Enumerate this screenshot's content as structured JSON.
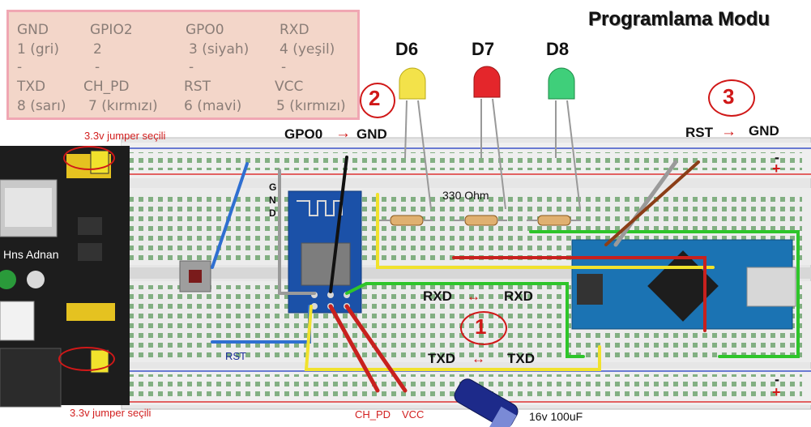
{
  "title": "Programlama Modu",
  "pin_table": {
    "rows": [
      [
        "GND",
        "GPIO2",
        "GPO0",
        "RXD"
      ],
      [
        "1 (gri)",
        "2",
        "3  (siyah)",
        "4 (yeşil)"
      ],
      [
        "-",
        "-",
        "-",
        "-"
      ],
      [
        "TXD",
        "CH_PD",
        "RST",
        "VCC"
      ],
      [
        "8 (sarı)",
        "7 (kırmızı)",
        "6 (mavi)",
        "5 (kırmızı)"
      ]
    ]
  },
  "led_labels": [
    "D6",
    "D7",
    "D8"
  ],
  "resistor_label": "330 Ohm",
  "callouts": {
    "one": "1",
    "two": "2",
    "three": "3",
    "gpo0": "GPO0",
    "gnd_a": "GND",
    "rst": "RST",
    "gnd_b": "GND",
    "arrow": "→",
    "rxd_left": "RXD",
    "rxd_right": "RXD",
    "txd_left": "TXD",
    "txd_right": "TXD",
    "swap_arrow": "↔"
  },
  "jumper_top": "3.3v  jumper seçili",
  "jumper_bottom": "3.3v  jumper seçili",
  "module_label": "Hns Adnan",
  "rst_button_label": "RST",
  "gnd_vertical": [
    "G",
    "N",
    "D"
  ],
  "bottom_labels": {
    "ch_pd": "CH_PD",
    "vcc": "VCC"
  },
  "capacitor_label": "16v 100uF",
  "rail_signs": {
    "minus": "-",
    "plus": "+"
  },
  "colors": {
    "table_bg": "#f3d6c9",
    "table_border": "#f0a7b3",
    "led_yellow": "#f3e24a",
    "led_red": "#e4262b",
    "led_green": "#3fcf7a",
    "wire_red": "#c8211e",
    "wire_yellow": "#f1e22c",
    "wire_blue": "#2f6fd1",
    "wire_green": "#2ec52a",
    "wire_black": "#111111",
    "wire_gray": "#9a9a9a",
    "wire_brown": "#8b3e17",
    "arduino_blue": "#1b73b3",
    "esp_blue": "#1b51a8"
  }
}
